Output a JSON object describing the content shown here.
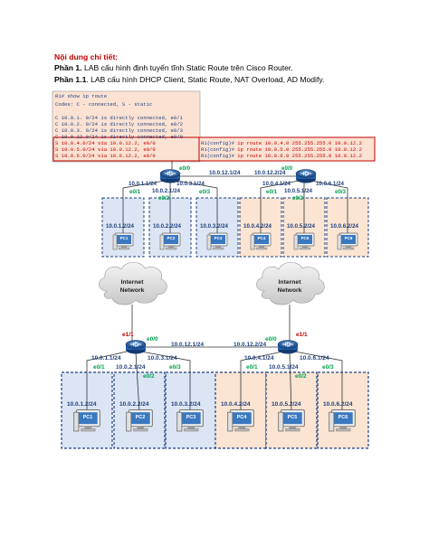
{
  "heading": {
    "title": "Nội dung chi tiết:",
    "part1_label": "Phần 1.",
    "part1_text": " LAB cấu hình định tuyến tĩnh Static Route trên Cisco Router.",
    "part11_label": "Phần 1.1",
    "part11_text": ". LAB cấu hình DHCP Client, Static Route, NAT Overload, AD Modify."
  },
  "routing_table": {
    "prompt": "R1# show ip route",
    "codes": "Codes: C - connected, S - static",
    "connected": [
      "C  10.0.1. 0/24 is directly connected, e0/1",
      "C  10.0.2. 0/24 is directly connected, e0/2",
      "C  10.0.3. 0/24 is directly connected, e0/3",
      "C  10.0.12.0/24 is directly connected, e0/0"
    ],
    "static": [
      "S  10.0.4.0/24    via   10.0.12.2, e0/0",
      "S  10.0.5.0/24    via   10.0.12.2, e0/0",
      "S  10.0.6.0/24    via   10.0.12.2, e0/0"
    ]
  },
  "config_box": {
    "lines": [
      {
        "prompt": "R1(config)#",
        "cmd": " ip route  10.0.4.0 255.255.255.0  10.0.12.2"
      },
      {
        "prompt": "R1(config)#",
        "cmd": " ip route  10.0.5.0 255.255.255.0  10.0.12.2"
      },
      {
        "prompt": "R1(config)#",
        "cmd": " ip route  10.0.6.0 255.255.255.0  10.0.12.2"
      }
    ]
  },
  "top_diagram": {
    "router_left": "R1",
    "router_right": "R2",
    "link_label_left": "10.0.12.1/24",
    "link_label_right": "10.0.12.2/24",
    "r1_e0": "e0/0",
    "r2_e0": "e0/0",
    "r1_gw_left": "10.0.1.1/24",
    "r1_gw_mid": "10.0.2.1/24",
    "r1_gw_right": "10.0.3.1/24",
    "r2_gw_left": "10.0.4.1/24",
    "r2_gw_mid": "10.0.5.1/24",
    "r2_gw_right": "10.0.6.1/24",
    "ports_left": [
      "e0/1",
      "e0/2",
      "e0/3"
    ],
    "ports_right": [
      "e0/1",
      "e0/2",
      "e0/3"
    ],
    "pc_ips": [
      "10.0.1.2/24",
      "10.0.2.2/24",
      "10.0.3.2/24",
      "10.0.4.2/24",
      "10.0.5.2/24",
      "10.0.6.2/24"
    ],
    "pc_names": [
      "PC1",
      "PC2",
      "PC3",
      "PC4",
      "PC5",
      "PC6"
    ]
  },
  "clouds": {
    "left": [
      "Internet",
      "Network"
    ],
    "right": [
      "Internet",
      "Network"
    ]
  },
  "bottom_diagram": {
    "router_left": "R1",
    "router_right": "R2",
    "wan_left": "e1/1",
    "wan_right": "e1/1",
    "r1_e0": "e0/0",
    "r2_e0": "e0/0",
    "link_label_left": "10.0.12.1/24",
    "link_label_right": "10.0.12.2/24",
    "r1_gw_left": "10.0.1.1/24",
    "r1_gw_mid": "10.0.2.1/24",
    "r1_gw_right": "10.0.3.1/24",
    "r2_gw_left": "10.0.4.1/24",
    "r2_gw_mid": "10.0.5.1/24",
    "r2_gw_right": "10.0.6.1/24",
    "ports_left": [
      "e0/1",
      "e0/2",
      "e0/3"
    ],
    "ports_right": [
      "e0/1",
      "e0/2",
      "e0/3"
    ],
    "pc_ips": [
      "10.0.1.2/24",
      "10.0.2.2/24",
      "10.0.3.2/24",
      "10.0.4.2/24",
      "10.0.5.2/24",
      "10.0.6.2/24"
    ],
    "pc_names": [
      "PC1",
      "PC2",
      "PC3",
      "PC4",
      "PC5",
      "PC6"
    ]
  },
  "colors": {
    "title_red": "#c00000",
    "label_blue": "#1f3f7f",
    "port_green": "#00a050",
    "wan_red": "#c00000",
    "lan_blue_fill": "#dbe5f4",
    "lan_orange_fill": "#fbe4d2",
    "router_blue": "#1f5fa8",
    "routing_box_fill": "#fbe2d3",
    "static_red": "#c00000"
  }
}
